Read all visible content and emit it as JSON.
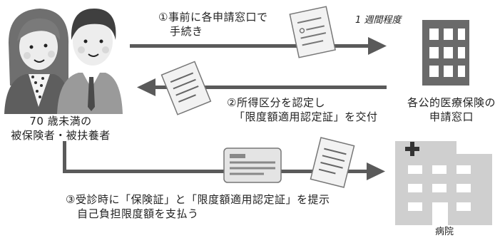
{
  "labels": {
    "patient_line1": "70 歳未満の",
    "patient_line2": "被保険者・被扶養者",
    "insurer_line1": "各公的医療保険の",
    "insurer_line2": "申請窓口",
    "hospital": "病院",
    "note_period": "1 週間程度"
  },
  "steps": [
    {
      "line1": "①事前に各申請窓口で",
      "line2": "手続き"
    },
    {
      "line1": "②所得区分を認定し",
      "line2": "「限度額適用認定証」を交付"
    },
    {
      "line1": "③受診時に「保険証」と「限度額適用認定証」を提示",
      "line2": "自己負担限度額を支払う"
    }
  ],
  "colors": {
    "arrow": "#5a5a5a",
    "building": "#6a6a6a",
    "hospital": "#cfcfcf",
    "paper": "#f2f2f2"
  },
  "icons": [
    "couple-illustration",
    "document-icon",
    "insurance-card-icon",
    "office-building-icon",
    "hospital-icon"
  ]
}
